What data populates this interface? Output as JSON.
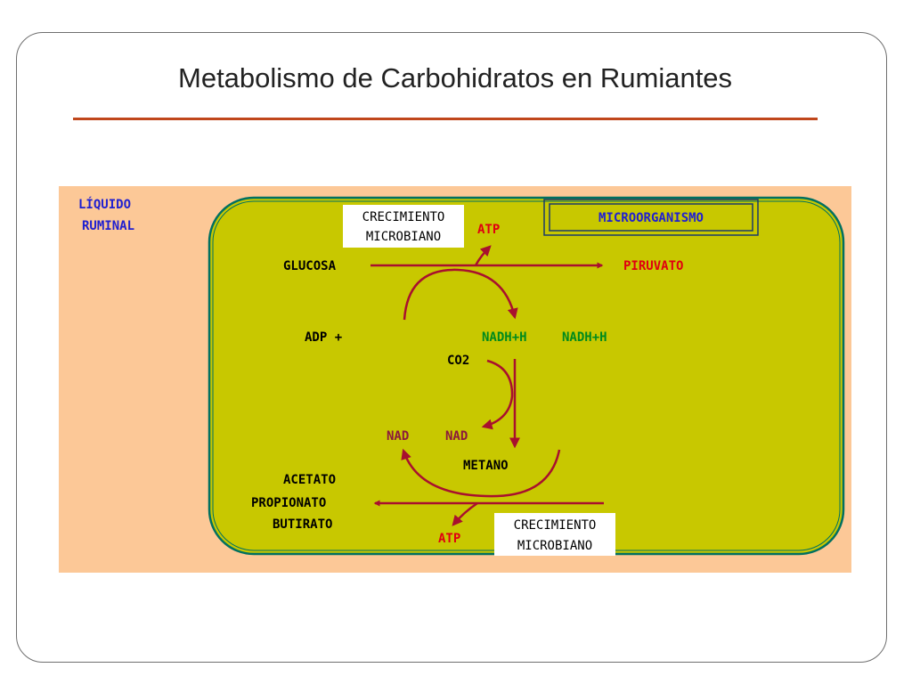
{
  "slide": {
    "title": "Metabolismo de Carbohidratos en Rumiantes"
  },
  "diagram": {
    "outer_label_line1": "LÍQUIDO",
    "outer_label_line2": "RUMINAL",
    "cell_label": "MICROORGANISMO",
    "growth_top_line1": "CRECIMIENTO",
    "growth_top_line2": "MICROBIANO",
    "growth_bottom_line1": "CRECIMIENTO",
    "growth_bottom_line2": "MICROBIANO",
    "atp_top": "ATP",
    "atp_bottom": "ATP",
    "glucosa": "GLUCOSA",
    "piruvato": "PIRUVATO",
    "adp": "ADP +",
    "nadh_1": "NADH+H",
    "nadh_2": "NADH+H",
    "co2": "CO2",
    "nad_1": "NAD",
    "nad_2": "NAD",
    "metano": "METANO",
    "acetato": "ACETATO",
    "propionato": "PROPIONATO",
    "butirato": "BUTIRATO"
  },
  "colors": {
    "background": "#fcc897",
    "cell_fill": "#c8c800",
    "cell_border": "#007060",
    "arrow": "#a8102e",
    "red_text": "#e00010",
    "green_text": "#008a1c",
    "nad_text": "#8b1a3c",
    "blue_text": "#2020d0",
    "black_text": "#000000"
  }
}
